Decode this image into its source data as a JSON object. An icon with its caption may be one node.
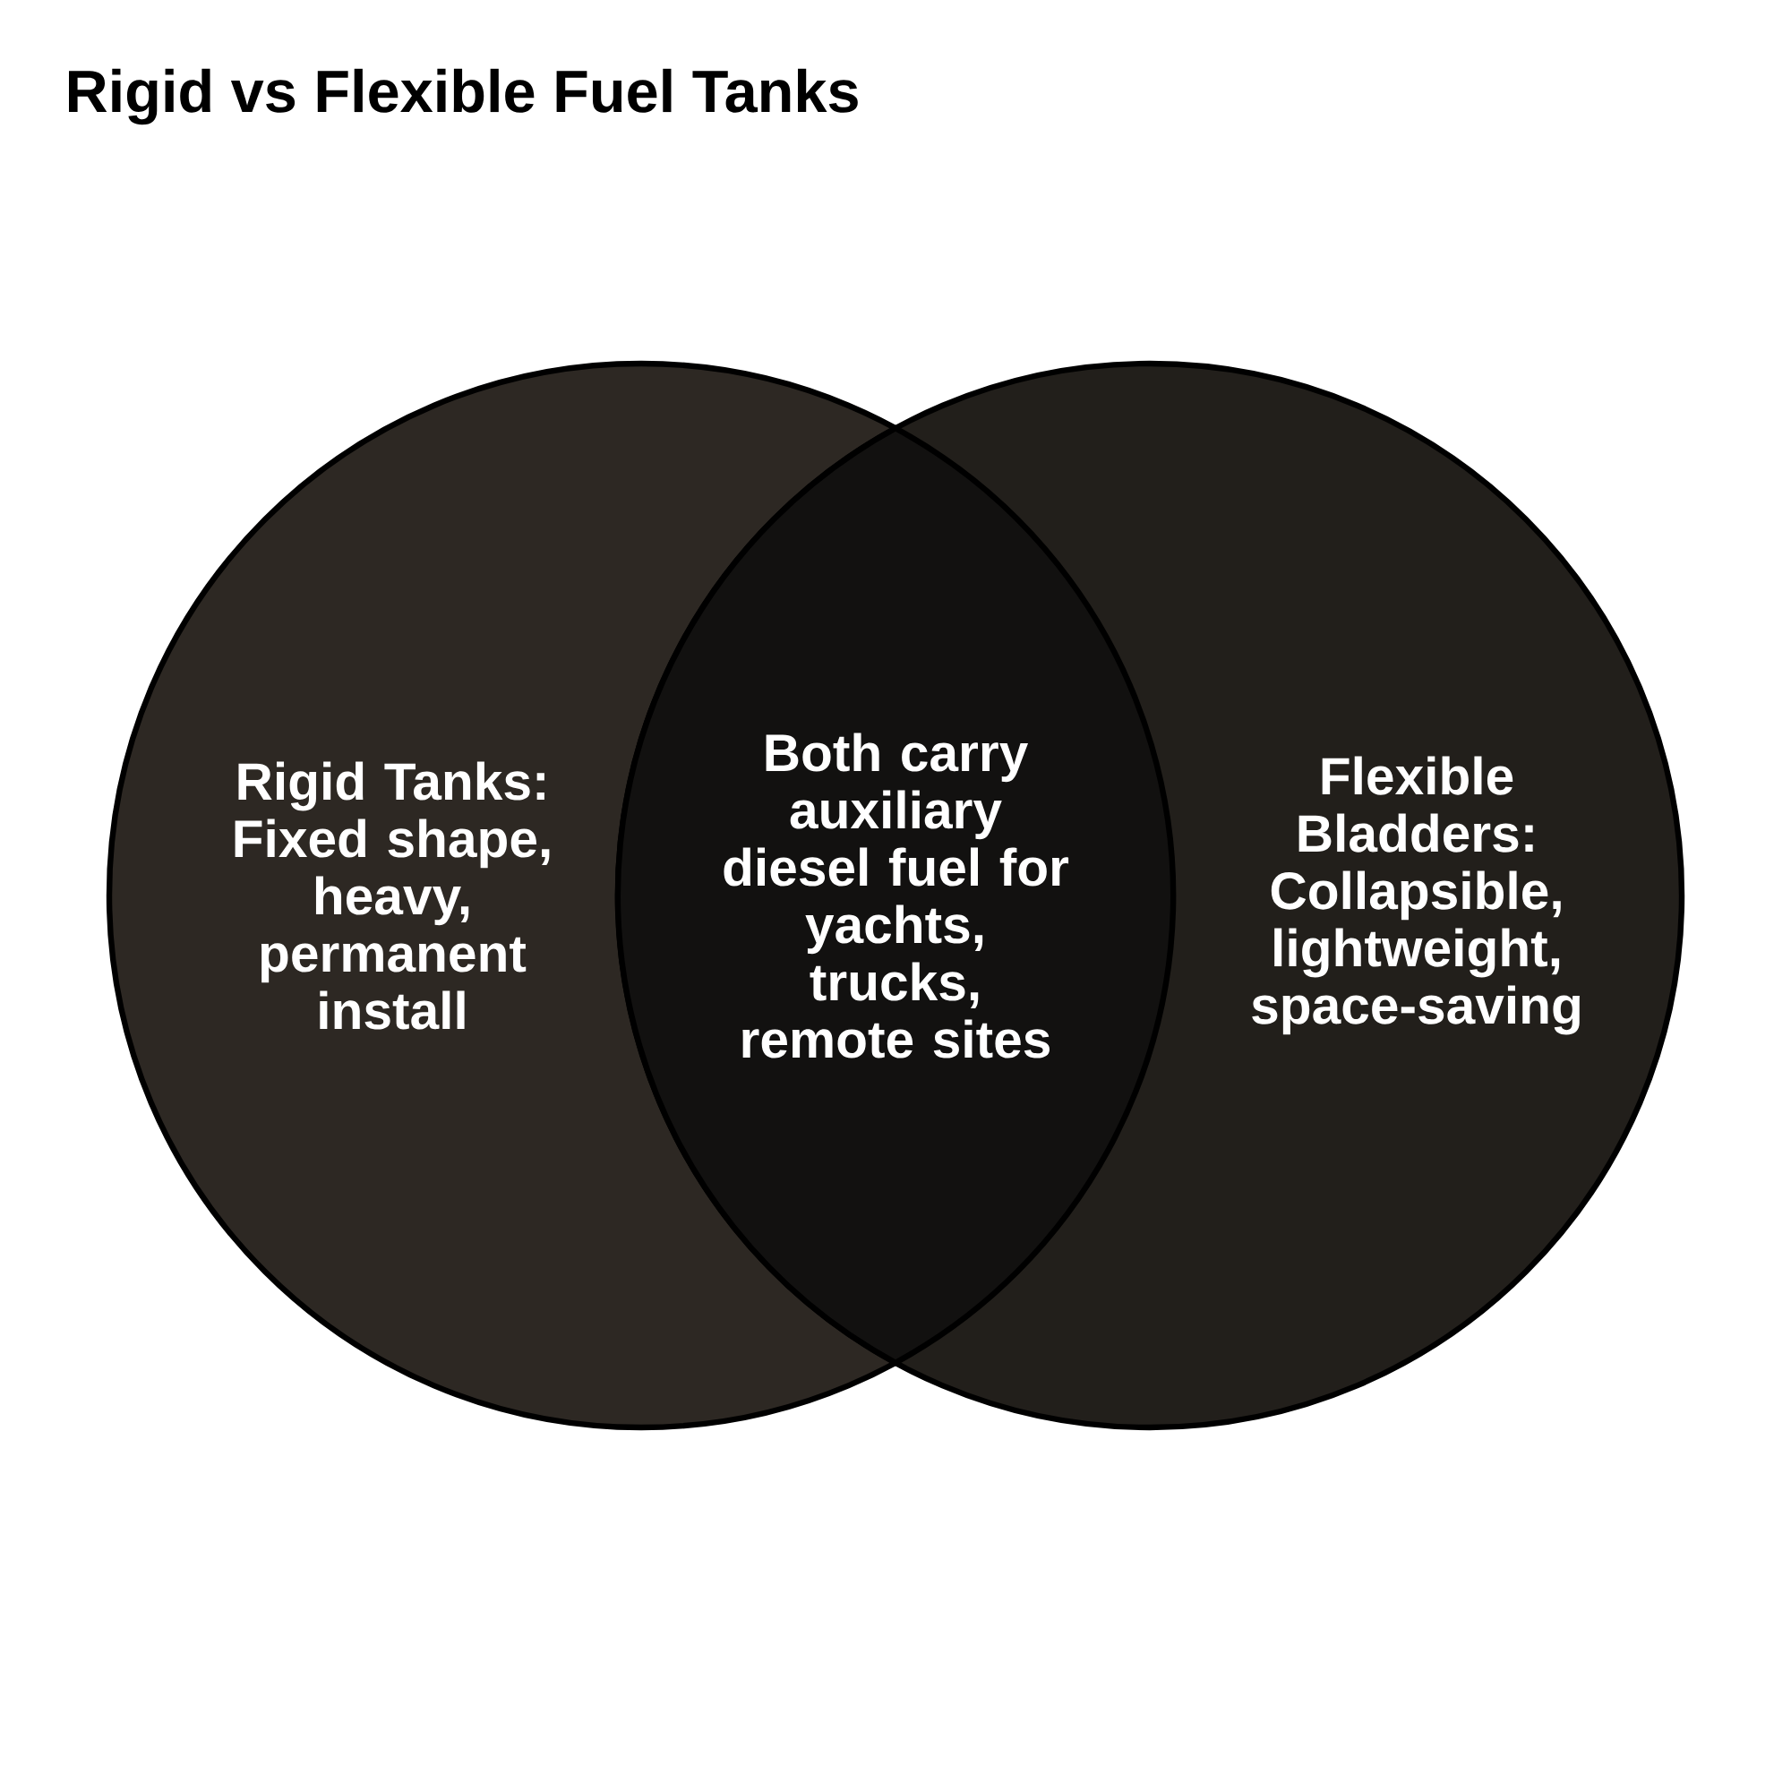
{
  "diagram": {
    "title": "Rigid vs Flexible Fuel Tanks",
    "nodes": [
      {
        "text": [
          "Rigid Tanks: Fixed shape, heavy, permanent install"
        ]
      },
      {
        "text": [
          "Both carry auxiliary diesel fuel for yachts, trucks, remote sites"
        ]
      },
      {
        "text": [
          "Flexible Bladders: Collapsible, lightweight, space-saving"
        ]
      }
    ]
  }
}
